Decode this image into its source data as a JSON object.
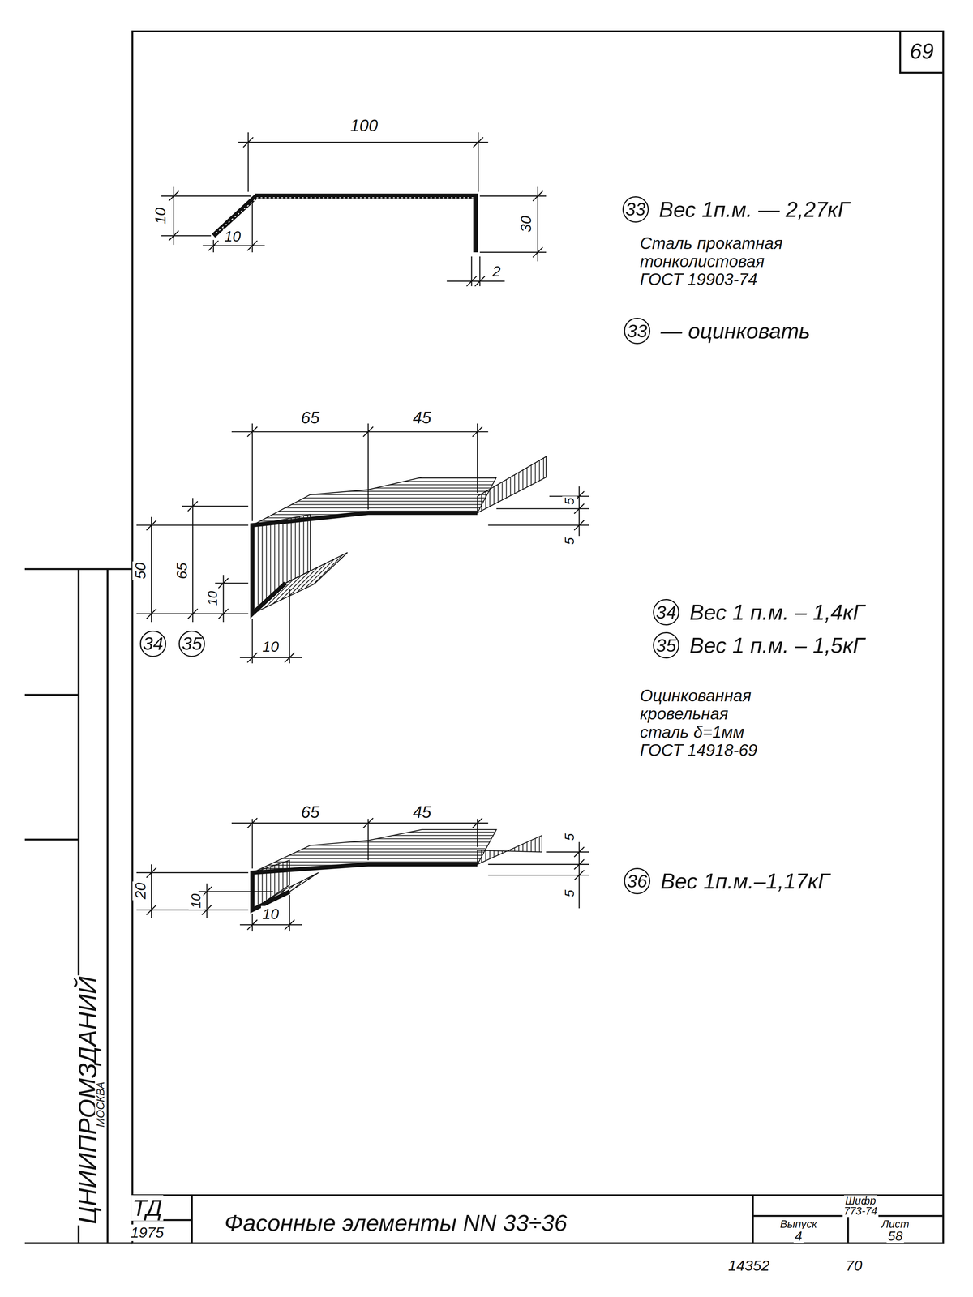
{
  "diagram": {
    "title": "Фасонные элементы NN 33÷36",
    "nodes": [
      {
        "text": [
          "33"
        ]
      },
      {
        "text": [
          "33"
        ]
      },
      {
        "text": [
          "34"
        ]
      },
      {
        "text": [
          "35"
        ]
      },
      {
        "text": [
          "34"
        ]
      },
      {
        "text": [
          "35"
        ]
      },
      {
        "text": [
          "36"
        ]
      }
    ],
    "labels": [
      "69",
      "100",
      "10",
      "10",
      "30",
      "2",
      "Вес 1п.м. — 2,27кГ",
      "Сталь прокатная тонколистовая ГОСТ 19903-74",
      "— оцинковать",
      "65",
      "45",
      "5",
      "5",
      "50",
      "65",
      "10",
      "10",
      "Вес 1 п.м. – 1,4кГ",
      "Вес 1 п.м. – 1,5кГ",
      "Оцинкованная кровельная сталь δ=1мм ГОСТ 14918-69",
      "65",
      "45",
      "5",
      "5",
      "20",
      "10",
      "10",
      "Вес 1п.м.–1,17кГ",
      "ТД",
      "1975",
      "Шифр",
      "773-74",
      "Выпуск",
      "4",
      "Лист",
      "58",
      "ЦНИИПРОМЗДАНИЙ",
      "МОСКВА",
      "14352",
      "70"
    ]
  }
}
